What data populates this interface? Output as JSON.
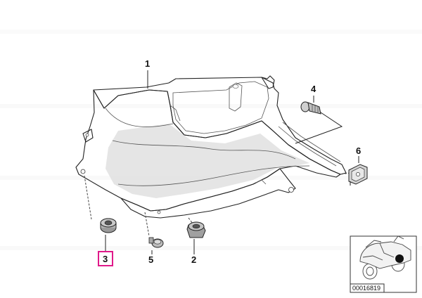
{
  "callouts": [
    {
      "id": "1",
      "label": "1"
    },
    {
      "id": "2",
      "label": "2"
    },
    {
      "id": "3",
      "label": "3",
      "highlighted": true
    },
    {
      "id": "4",
      "label": "4"
    },
    {
      "id": "5",
      "label": "5"
    },
    {
      "id": "6",
      "label": "6"
    }
  ],
  "reference_number": "00016819",
  "colors": {
    "highlight": "#e0198a",
    "panel_fill": "#cfcfcf",
    "panel_light": "#e4e4e4",
    "line": "#222222"
  }
}
